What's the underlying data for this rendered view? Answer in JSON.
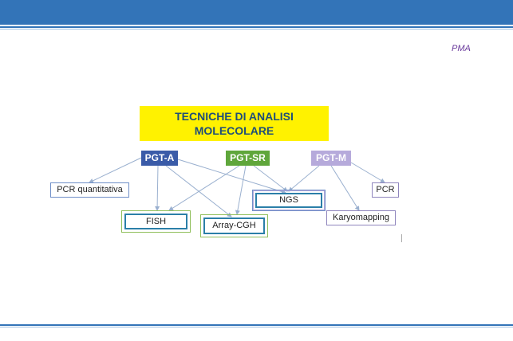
{
  "slide": {
    "tag": "PMA",
    "title_line1": "TECNICHE DI ANALISI",
    "title_line2": "MOLECOLARE"
  },
  "categories": {
    "pgt_a": "PGT-A",
    "pgt_sr": "PGT-SR",
    "pgt_m": "PGT-M"
  },
  "techniques": {
    "pcr_quantitativa": "PCR quantitativa",
    "ngs": "NGS",
    "pcr": "PCR",
    "fish": "FISH",
    "array_cgh": "Array-CGH",
    "karyomapping": "Karyomapping"
  },
  "colors": {
    "header": "#3374b8",
    "title_bg": "#fff200",
    "title_text": "#1f4e79",
    "pgt_a": "#3a5ba8",
    "pgt_sr": "#5fa63b",
    "pgt_m": "#b6aadb",
    "tag": "#6a3a9c"
  }
}
